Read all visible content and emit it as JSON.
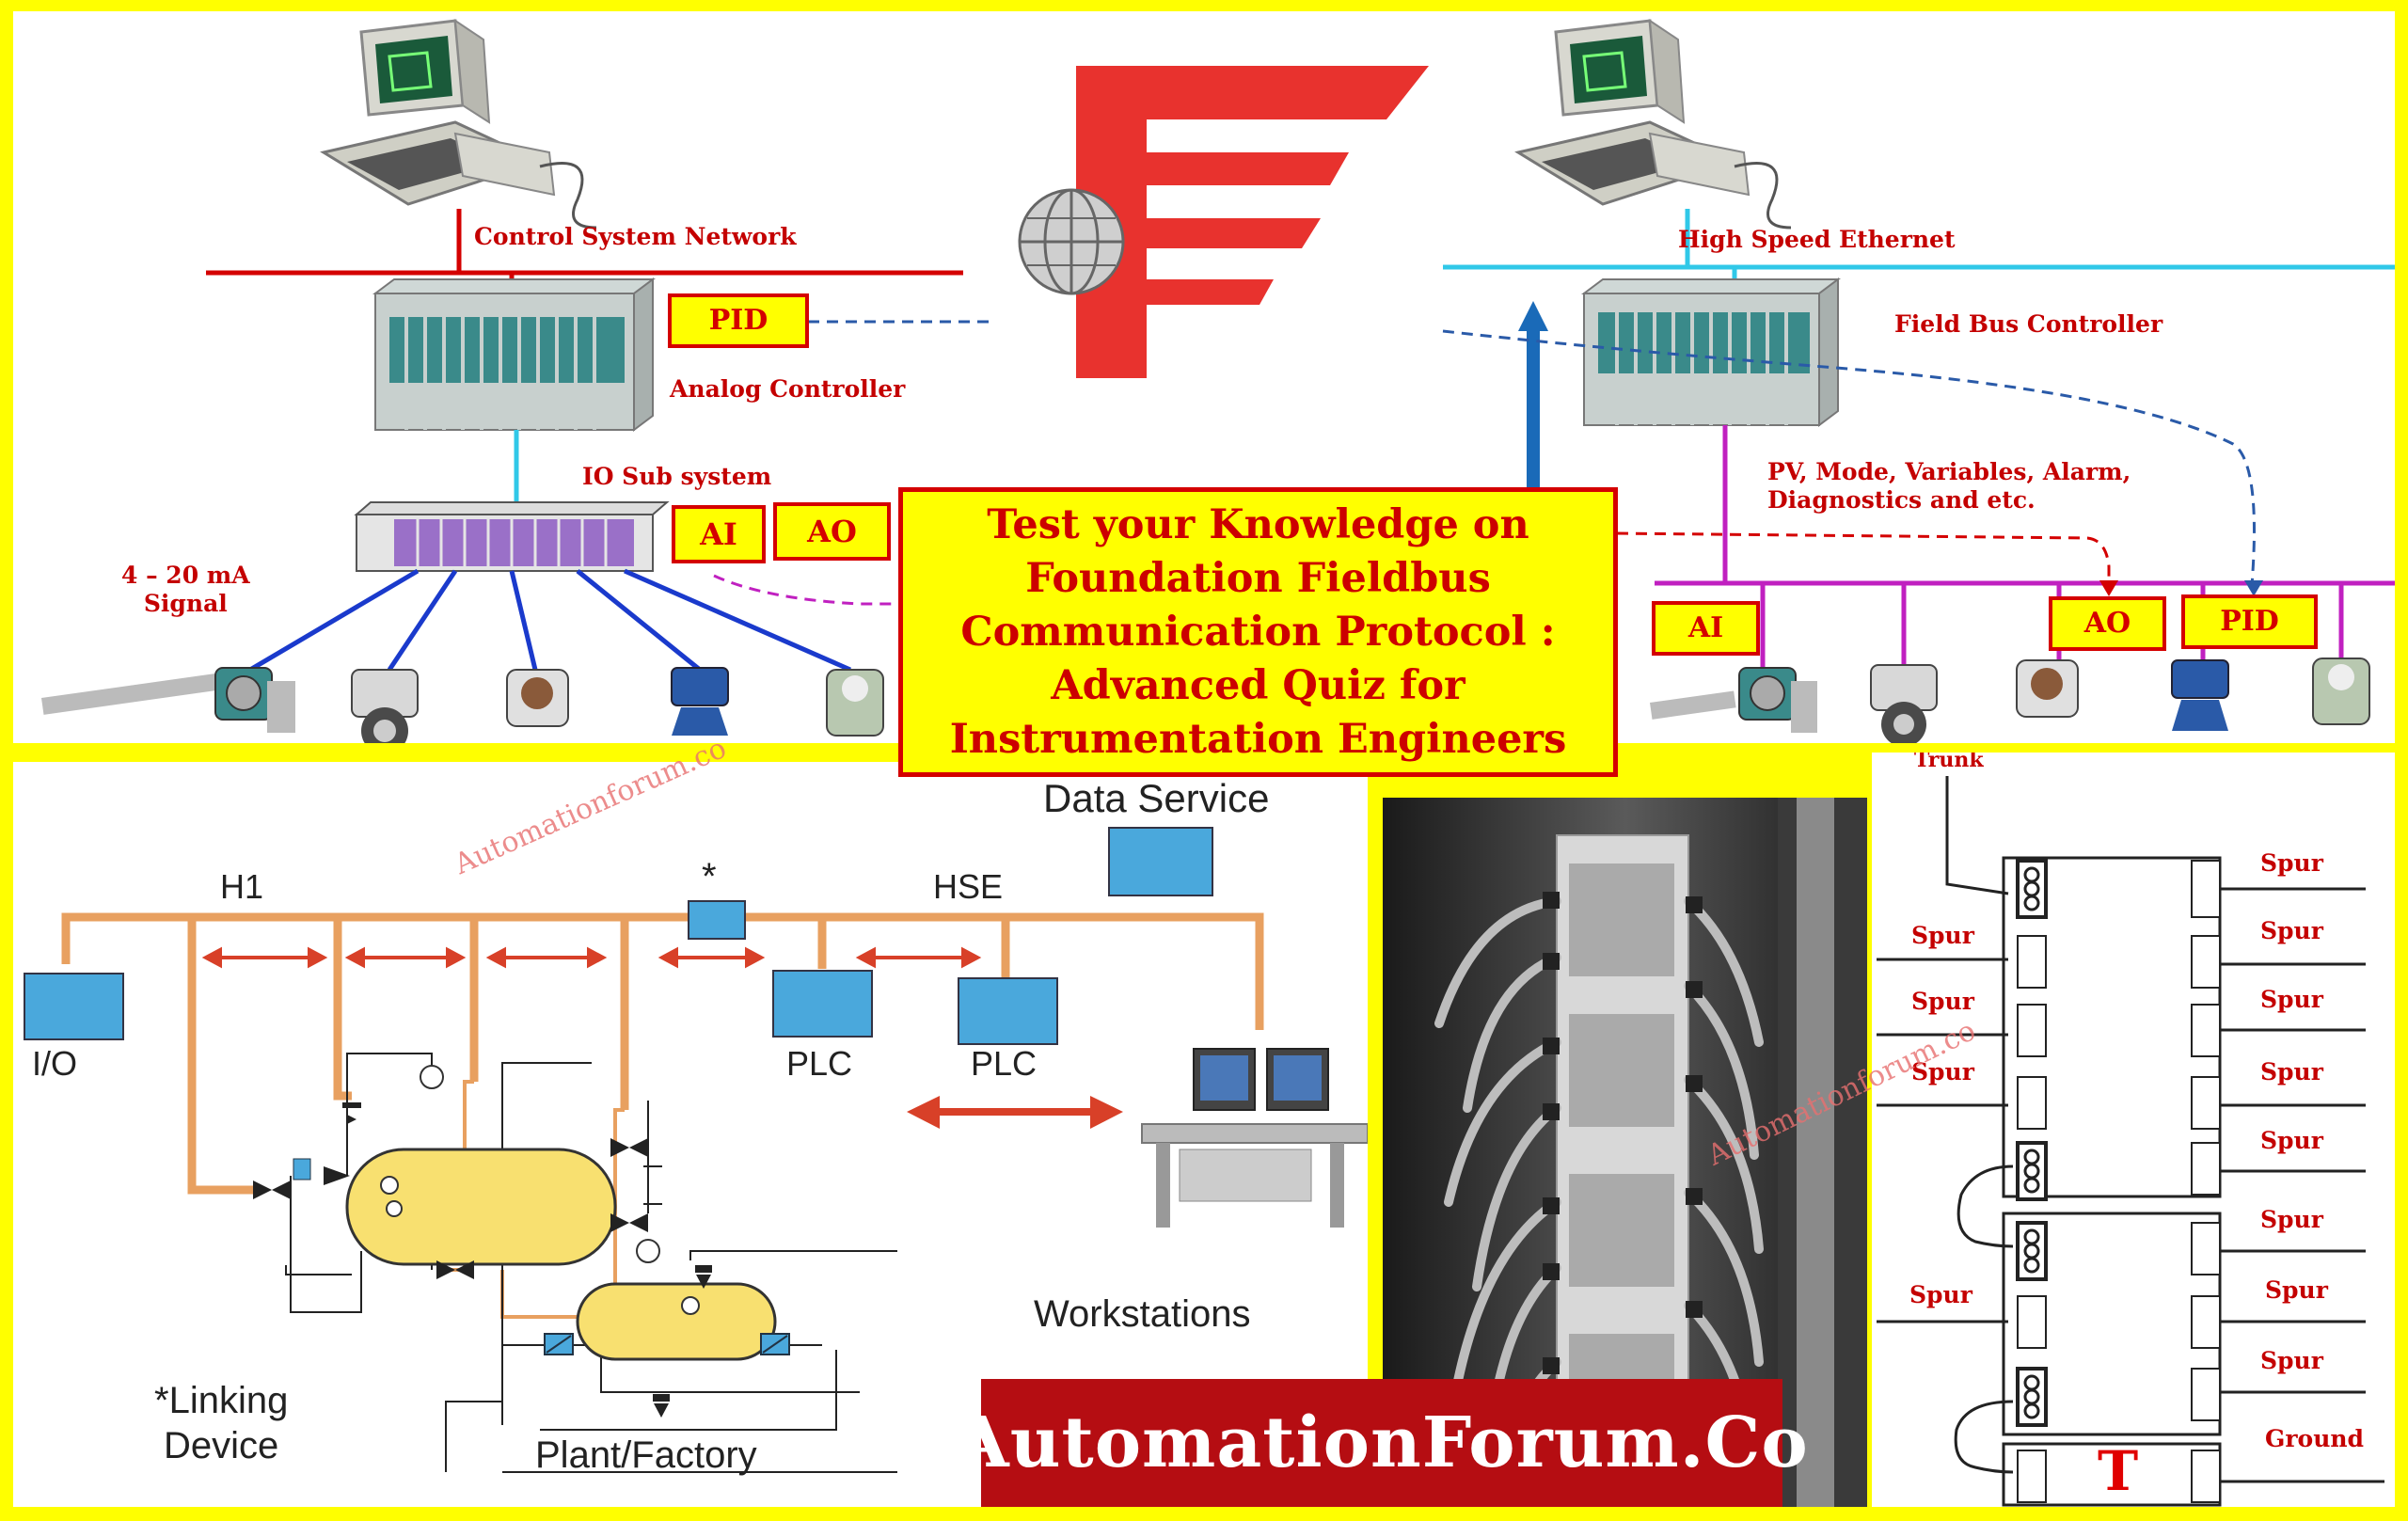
{
  "title": "Test your Knowledge on\nFoundation Fieldbus\nCommunication Protocol :\nAdvanced Quiz for\nInstrumentation Engineers",
  "brand": "AutomationForum.Co",
  "watermark": "Automationforum.co",
  "top_left": {
    "network": "Control System Network",
    "controller": "Analog Controller",
    "io_subsystem": "IO Sub system",
    "signal": "4 – 20 mA\nSignal",
    "tags": {
      "pid": "PID",
      "ai": "AI",
      "ao": "AO"
    }
  },
  "top_right": {
    "network": "High Speed Ethernet",
    "controller": "Field Bus Controller",
    "info": "PV, Mode, Variables, Alarm,\nDiagnostics and etc.",
    "tags": {
      "ai": "AI",
      "ao": "AO",
      "pid": "PID"
    }
  },
  "bottom_left": {
    "data_service": "Data Service",
    "h1": "H1",
    "hse": "HSE",
    "star": "*",
    "io": "I/O",
    "plc1": "PLC",
    "plc2": "PLC",
    "workstations": "Workstations",
    "linking_device": "*Linking\nDevice",
    "plant": "Plant/Factory"
  },
  "bottom_right": {
    "trunk": "Trunk",
    "spurs_left": [
      "Spur",
      "Spur",
      "Spur",
      "Spur"
    ],
    "spurs_right": [
      "Spur",
      "Spur",
      "Spur",
      "Spur",
      "Spur",
      "Spur",
      "Spur",
      "Spur"
    ],
    "ground": "Ground",
    "terminator": "T"
  },
  "colors": {
    "frame": "#ffff00",
    "red": "#d40000",
    "magenta": "#c020c0",
    "cyan": "#30c8e8",
    "orange_bus": "#e8a060",
    "brand_bar": "#b50d12"
  }
}
